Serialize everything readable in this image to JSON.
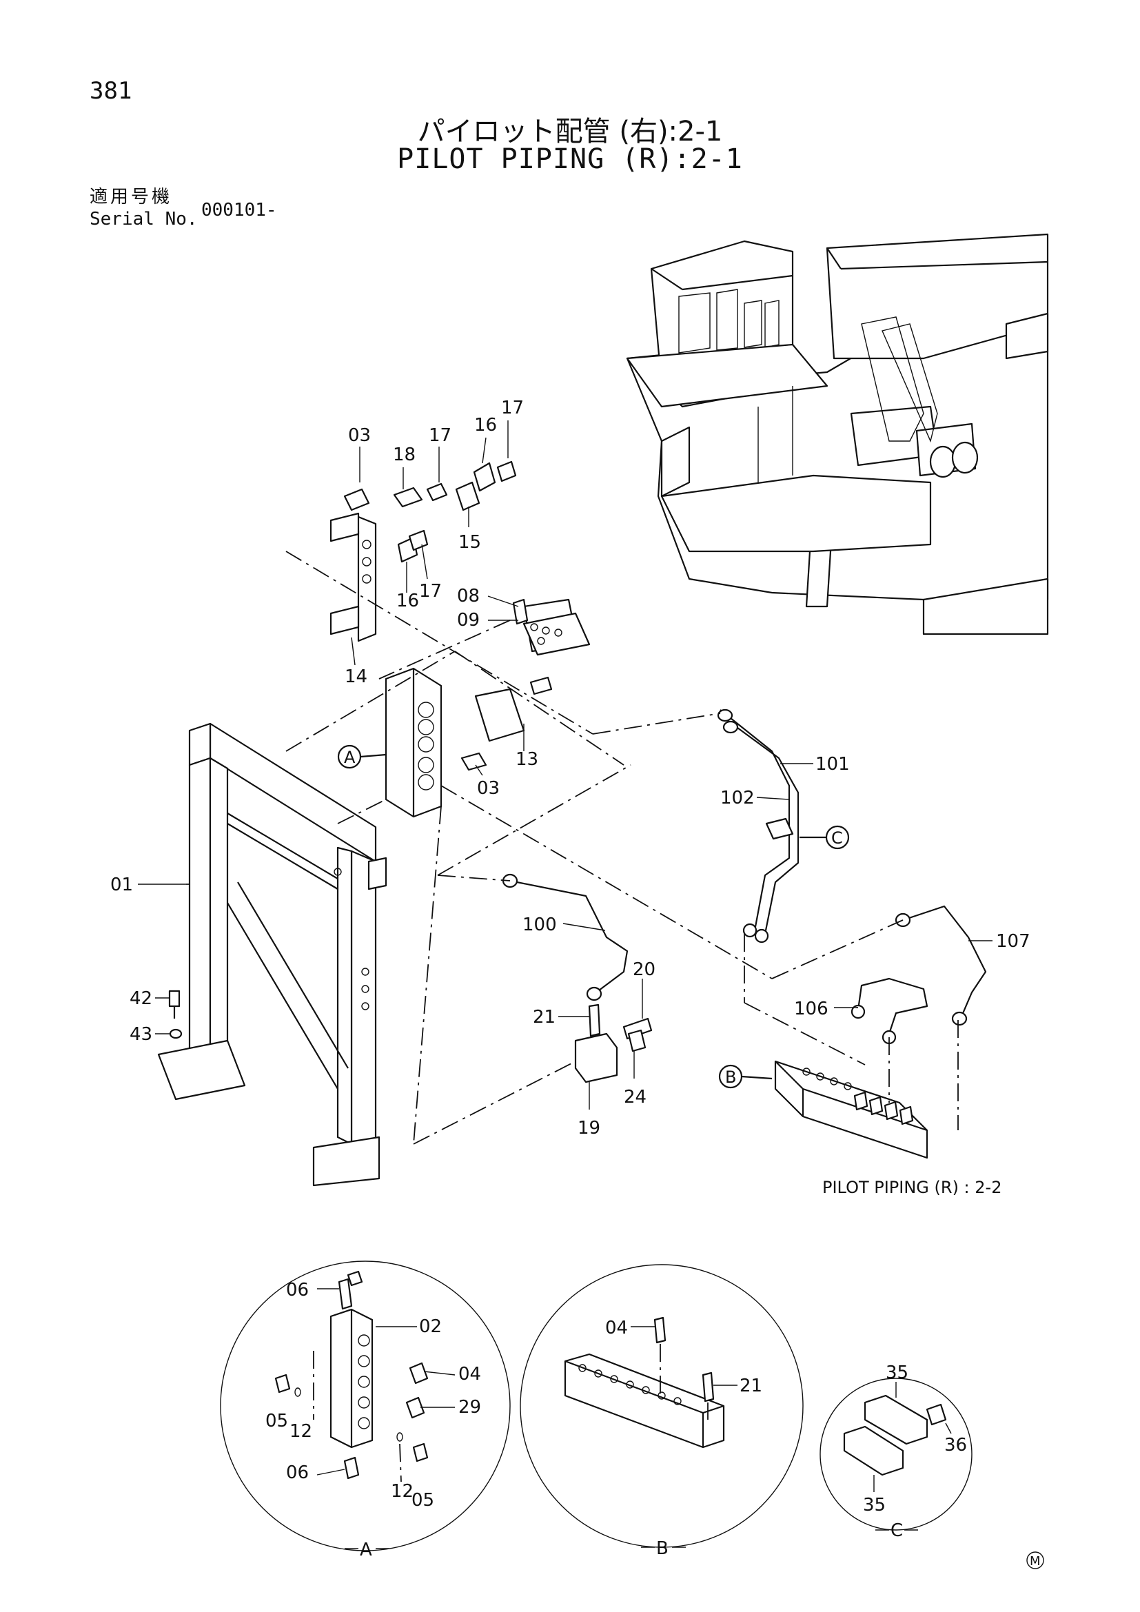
{
  "header": {
    "page_number": "381",
    "title_jp": "パイロット配管 (右):2-1",
    "title_en": "PILOT PIPING (R):2-1",
    "serial_label_jp": "適用号機",
    "serial_label_en": "Serial No.",
    "serial_value": "000101-"
  },
  "callouts": {
    "c01": "01",
    "c03a": "03",
    "c03b": "03",
    "c08": "08",
    "c09": "09",
    "c13": "13",
    "c14": "14",
    "c15": "15",
    "c16a": "16",
    "c16b": "16",
    "c17a": "17",
    "c17b": "17",
    "c17c": "17",
    "c18": "18",
    "c19": "19",
    "c20": "20",
    "c21": "21",
    "c24": "24",
    "c42": "42",
    "c43": "43",
    "c100": "100",
    "c101": "101",
    "c102": "102",
    "c106": "106",
    "c107": "107"
  },
  "references": {
    "a": "A",
    "b": "B",
    "c": "C",
    "continued": "PILOT  PIPING (R) : 2-2"
  },
  "detail_a": {
    "label": "A",
    "c06a": "06",
    "c02": "02",
    "c04": "04",
    "c05a": "05",
    "c12a": "12",
    "c29": "29",
    "c06b": "06",
    "c12b": "12",
    "c05b": "05"
  },
  "detail_b": {
    "label": "B",
    "c04": "04",
    "c21": "21"
  },
  "detail_c": {
    "label": "C",
    "c35a": "35",
    "c36": "36",
    "c35b": "35"
  },
  "footer": {
    "mark": "M"
  }
}
